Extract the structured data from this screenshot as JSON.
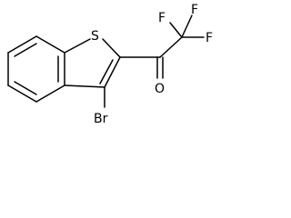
{
  "molecule": {
    "atoms": {
      "sulfur": "S",
      "bromine": "Br",
      "oxygen": "O",
      "fluorine_1": "F",
      "fluorine_2": "F",
      "fluorine_3": "F"
    }
  }
}
